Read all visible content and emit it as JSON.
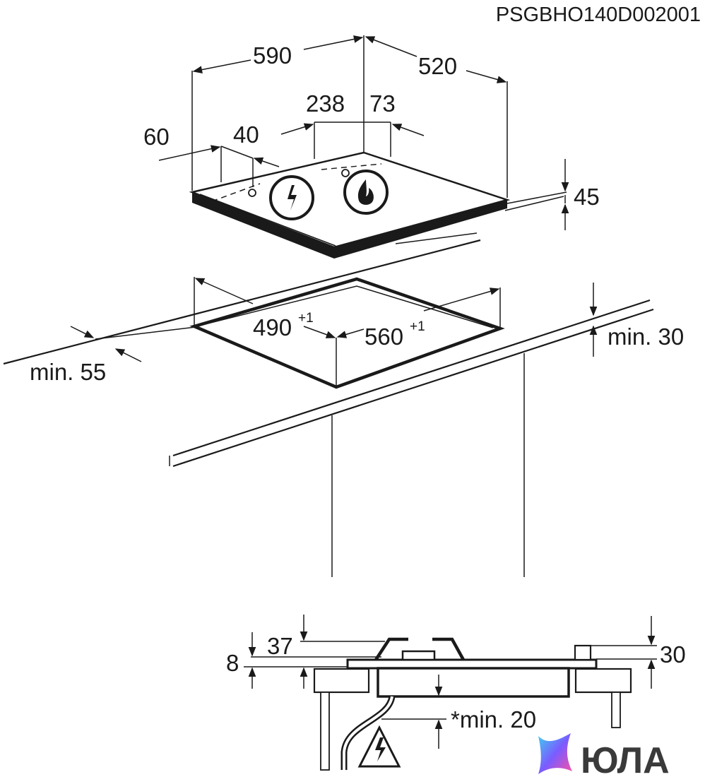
{
  "diagram": {
    "code": "PSGBHO140D002001",
    "dims": {
      "width": "590",
      "depth": "520",
      "d238": "238",
      "d73": "73",
      "d60": "60",
      "d40": "40",
      "h45": "45",
      "cut_depth": "490",
      "cut_depth_tol": "+1",
      "cut_width": "560",
      "cut_width_tol": "+1",
      "min30": "min. 30",
      "min55": "min. 55",
      "d8": "8",
      "d37": "37",
      "d30": "30",
      "min20": "*min. 20"
    },
    "icons": [
      "electric-hazard-icon",
      "gas-flame-icon",
      "electric-warning-triangle-icon"
    ],
    "watermark": "ЮЛА"
  }
}
